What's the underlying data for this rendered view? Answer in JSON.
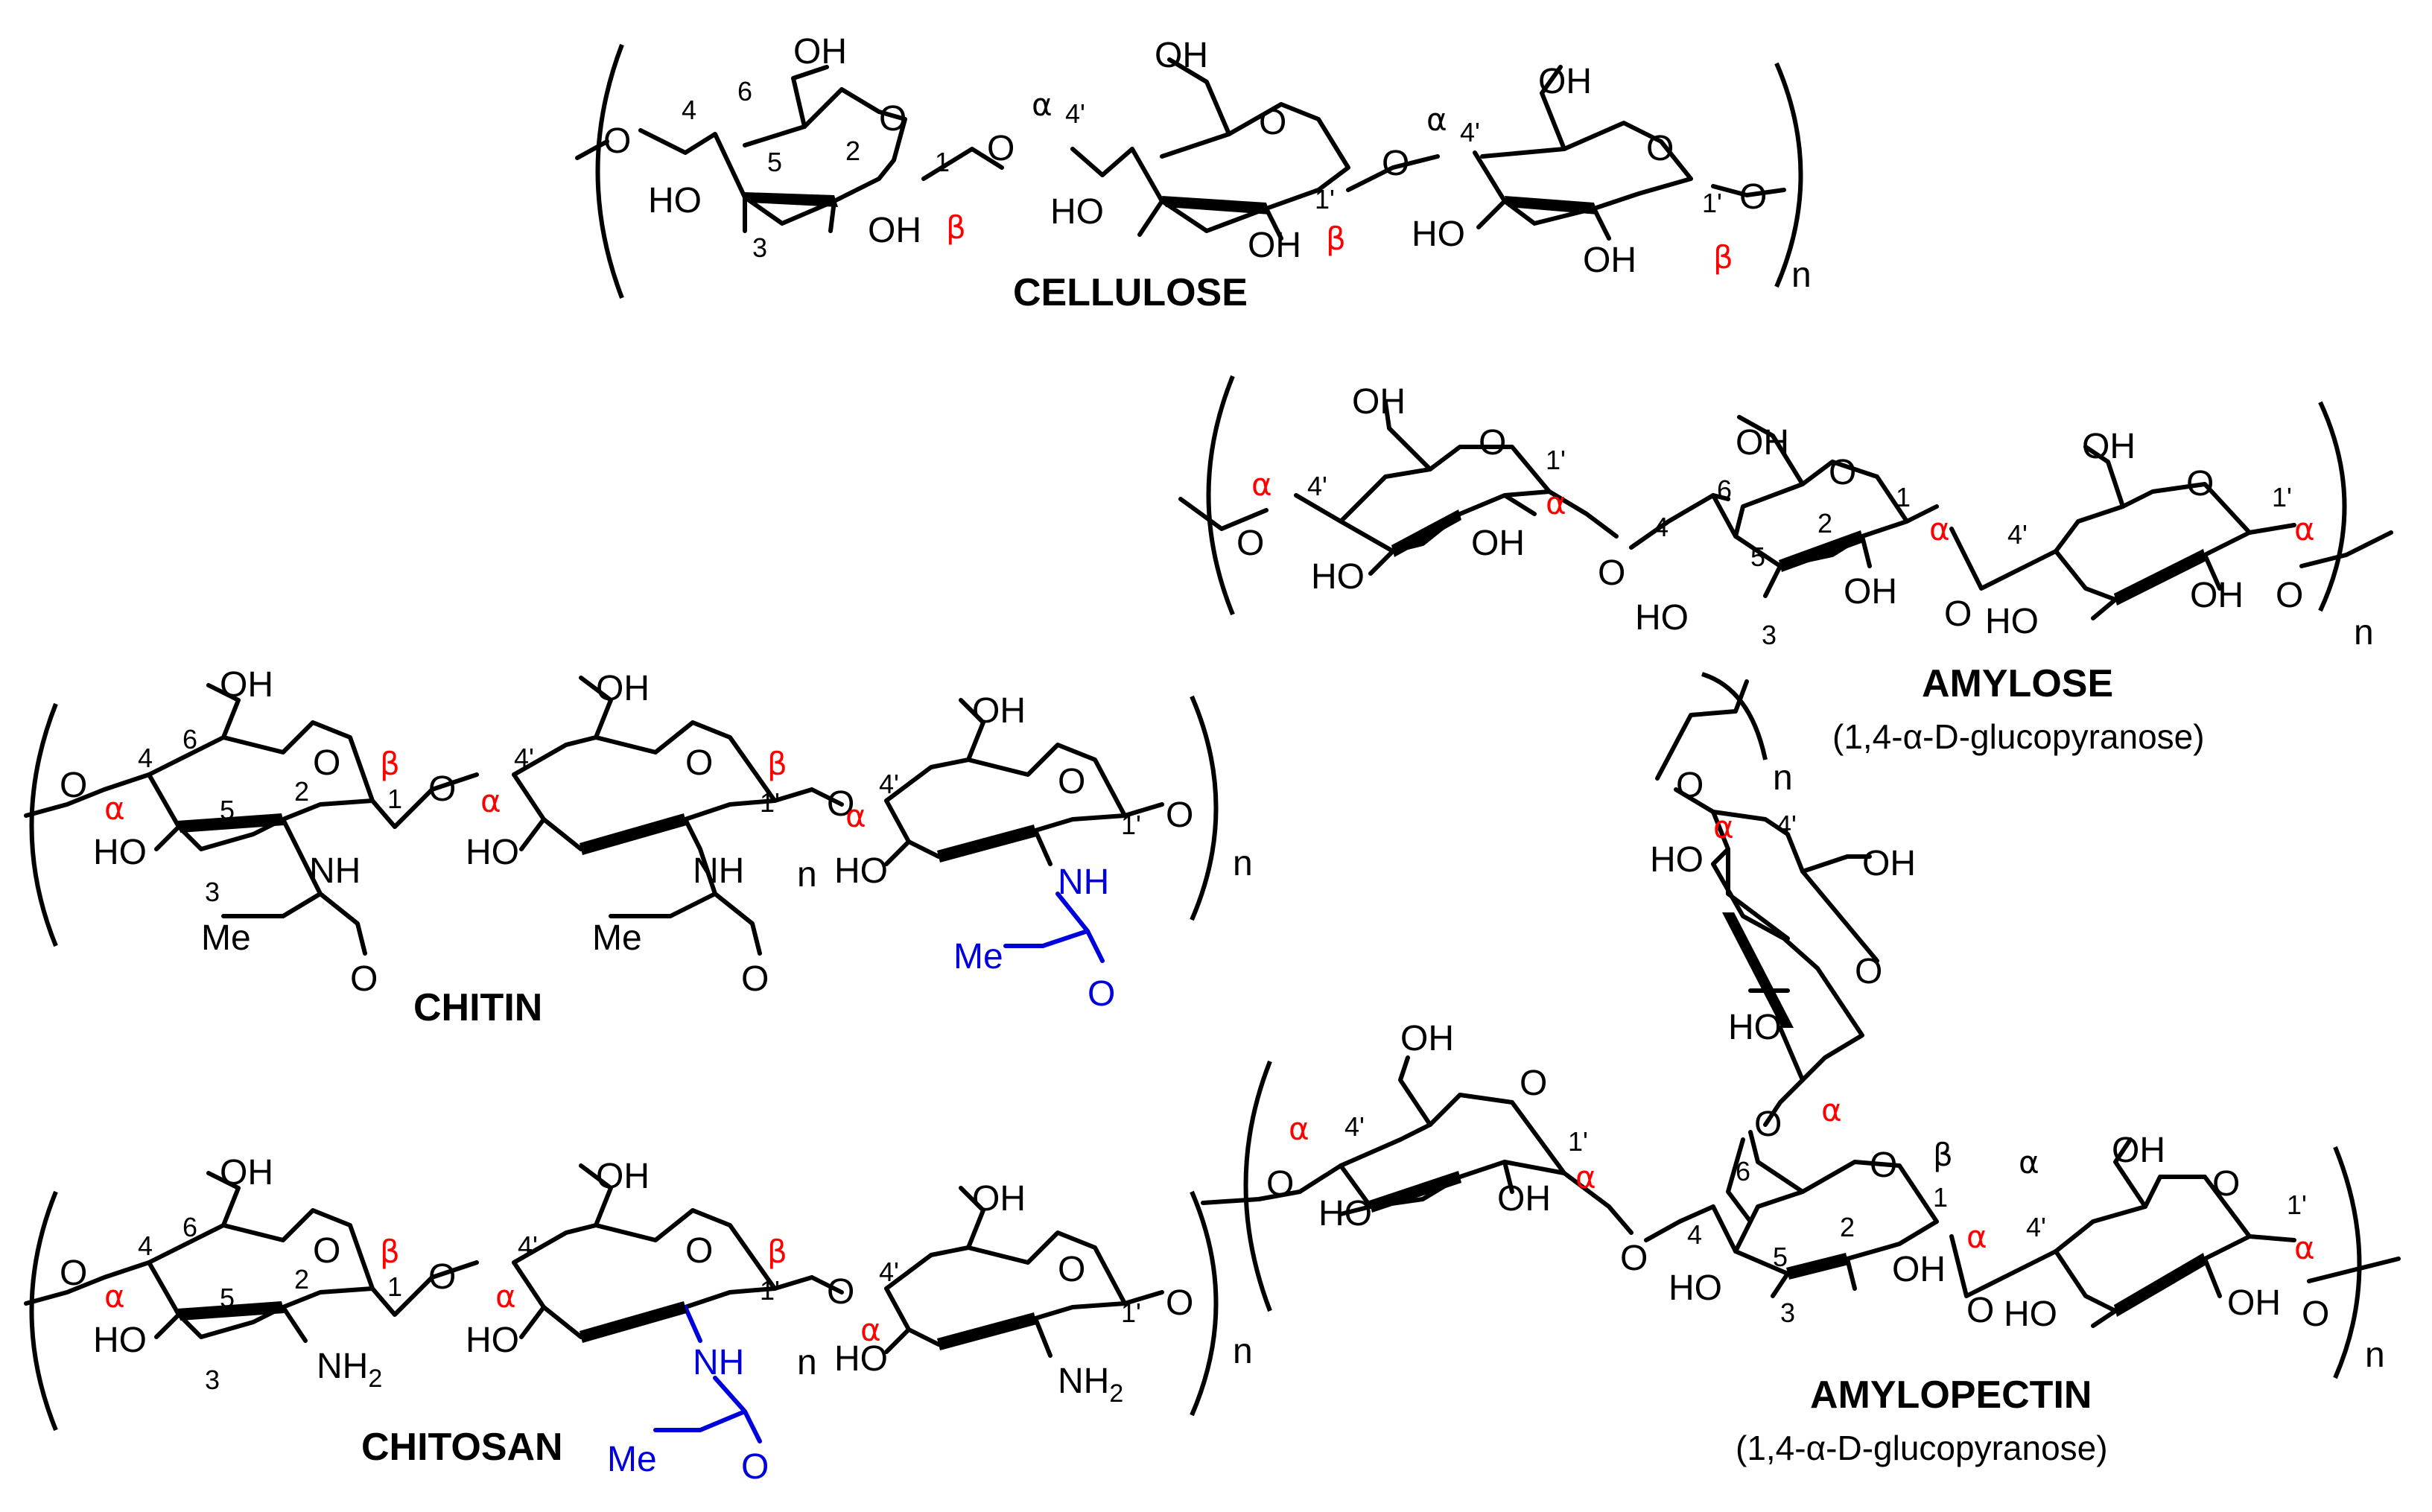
{
  "structures": {
    "cellulose": {
      "title": "CELLULOSE",
      "anomer": "β",
      "linkage_mark": "α"
    },
    "amylose": {
      "title": "AMYLOSE",
      "subtitle": "(1,4-α-D-glucopyranose)",
      "anomer": "α"
    },
    "amylopectin": {
      "title": "AMYLOPECTIN",
      "subtitle": "(1,4-α-D-glucopyranose)",
      "anomer": "α",
      "extra_beta": "β",
      "extra_alpha": "α"
    },
    "chitin": {
      "title": "CHITIN",
      "anomer": "β",
      "linkage_mark": "α"
    },
    "chitosan": {
      "title": "CHITOSAN",
      "anomer": "β",
      "linkage_mark": "α"
    }
  },
  "atom_labels": {
    "oh": "OH",
    "ho": "HO",
    "o": "O",
    "nh": "NH",
    "nh2": "NH2",
    "me": "Me",
    "n": "n"
  },
  "position_labels": {
    "c1": "1",
    "c2": "2",
    "c3": "3",
    "c4": "4",
    "c5": "5",
    "c6": "6",
    "c1p": "1'",
    "c4p": "4'"
  },
  "colors": {
    "stereo_labels": "#ff0000",
    "acetyl_highlight": "#0000dd",
    "bonds": "#000000"
  }
}
